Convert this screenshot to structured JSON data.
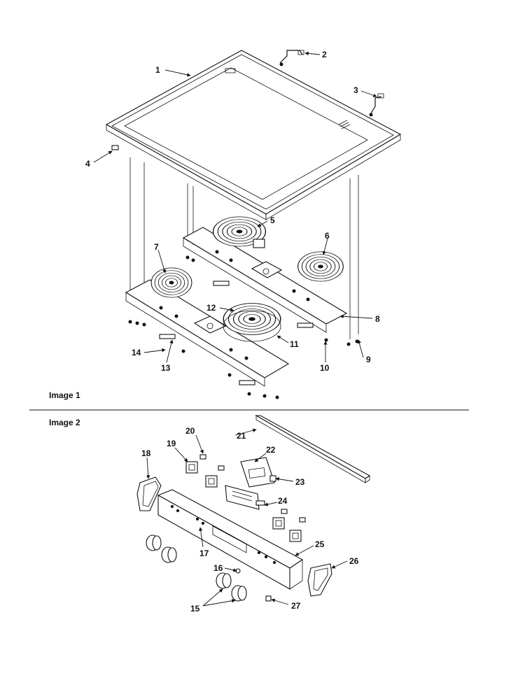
{
  "captions": {
    "image1": "Image 1",
    "image2": "Image 2"
  },
  "callouts": [
    "1",
    "2",
    "3",
    "4",
    "5",
    "6",
    "7",
    "8",
    "9",
    "10",
    "11",
    "12",
    "13",
    "14",
    "15",
    "16",
    "17",
    "18",
    "19",
    "20",
    "21",
    "22",
    "23",
    "24",
    "25",
    "26",
    "27"
  ]
}
